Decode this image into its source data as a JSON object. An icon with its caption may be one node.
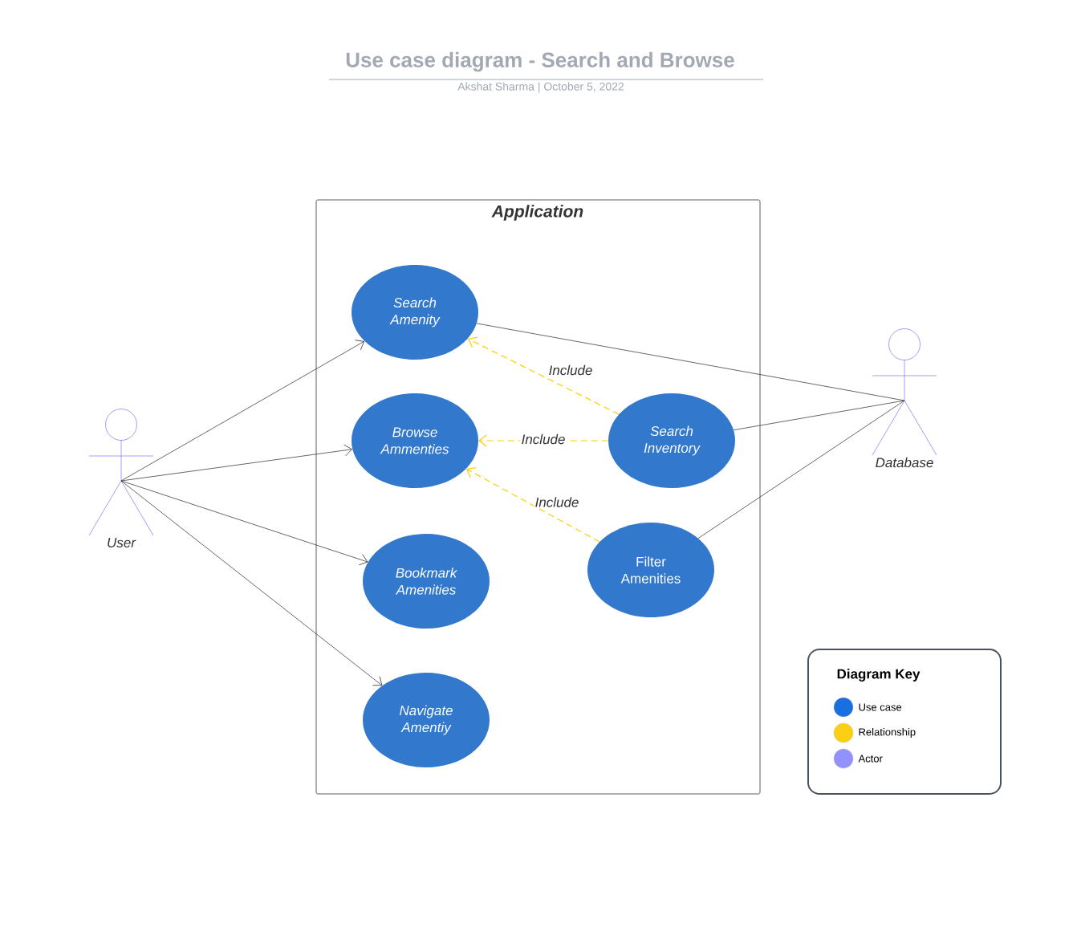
{
  "diagram": {
    "title": "Use case diagram - Search and Browse",
    "nodes": [
      {
        "text": [
          "Application"
        ]
      },
      {
        "text": [
          "Search Amenity"
        ],
        "in": 0
      },
      {
        "text": [
          "Browse Ammenties"
        ],
        "in": 0
      },
      {
        "text": [
          "Search Inventory"
        ],
        "in": 0
      },
      {
        "text": [
          "Filter Amenities"
        ],
        "in": 0
      },
      {
        "text": [
          "Bookmark Amenities"
        ],
        "in": 0
      },
      {
        "text": [
          "Navigate Amentiy"
        ],
        "in": 0
      },
      {
        "text": [
          "User"
        ]
      },
      {
        "text": [
          "Database"
        ]
      }
    ],
    "edges": [
      {
        "from": 7,
        "to": 1,
        "arrow": "to"
      },
      {
        "from": 7,
        "to": 2,
        "arrow": "to"
      },
      {
        "from": 7,
        "to": 5,
        "arrow": "to"
      },
      {
        "from": 7,
        "to": 6,
        "arrow": "to"
      },
      {
        "from": 3,
        "to": 1,
        "arrow": "to",
        "label": "Include",
        "style": "dashed",
        "color": "#ffcc00"
      },
      {
        "from": 3,
        "to": 2,
        "arrow": "to",
        "label": "Include",
        "style": "dashed",
        "color": "#ffcc00"
      },
      {
        "from": 4,
        "to": 2,
        "arrow": "to",
        "label": "Include",
        "style": "dashed",
        "color": "#ffcc00"
      },
      {
        "from": 1,
        "to": 8,
        "arrow": "none"
      },
      {
        "from": 3,
        "to": 8,
        "arrow": "none"
      },
      {
        "from": 4,
        "to": 8,
        "arrow": "none"
      }
    ],
    "labels": [
      "Akshat Sharma  |  October 5, 2022",
      "Diagram Key"
    ],
    "legend": [
      {
        "text": "Use case",
        "color": "#1a6fe0"
      },
      {
        "text": "Relationship",
        "color": "#fccf14"
      },
      {
        "text": "Actor",
        "color": "#9391fd"
      }
    ]
  }
}
